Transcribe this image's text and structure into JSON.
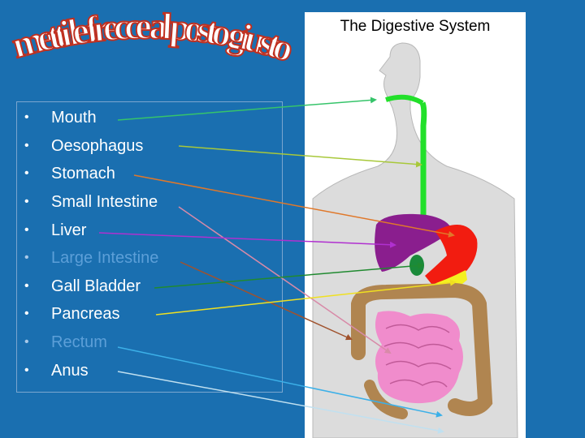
{
  "heading": "metti le frecce al posto giusto",
  "diagram": {
    "title": "The Digestive System"
  },
  "organs": [
    {
      "label": "Mouth",
      "arrow_color": "#36c46a"
    },
    {
      "label": "Oesophagus",
      "arrow_color": "#a8c83a"
    },
    {
      "label": "Stomach",
      "arrow_color": "#e0782a"
    },
    {
      "label": "Small Intestine",
      "arrow_color": "#d88aa8"
    },
    {
      "label": "Liver",
      "arrow_color": "#b030d0"
    },
    {
      "label": "Large Intestine",
      "arrow_color": "#a0522d"
    },
    {
      "label": "Gall Bladder",
      "arrow_color": "#208a30"
    },
    {
      "label": "Pancreas",
      "arrow_color": "#f0e020"
    },
    {
      "label": "Rectum",
      "arrow_color": "#3cb0e8"
    },
    {
      "label": "Anus",
      "arrow_color": "#c0e0f0"
    }
  ],
  "colors": {
    "background": "#1a6fb0",
    "heading_fill": "#ffffff",
    "heading_outline": "#c03020",
    "body_silhouette": "#dcdcdc",
    "esophagus": "#22e02a",
    "liver": "#8a1e8e",
    "stomach": "#f21c10",
    "pancreas": "#f4f020",
    "gall_bladder": "#1a8a3a",
    "large_intestine": "#b08550",
    "small_intestine": "#f08ccc"
  }
}
